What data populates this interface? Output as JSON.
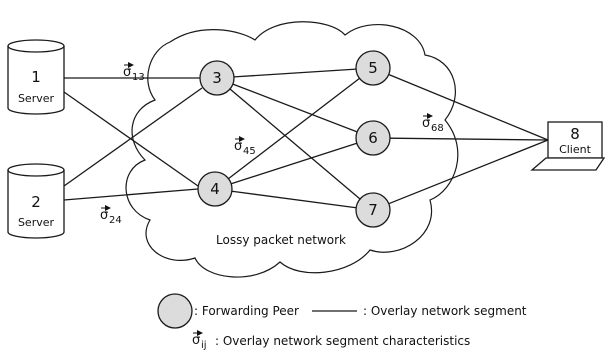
{
  "title": "",
  "cloud_label": "Lossy packet network",
  "colors": {
    "stroke": "#1a1a1a",
    "peer_fill": "#dcdcdc",
    "cloud_fill": "#ffffff",
    "background": "#ffffff"
  },
  "servers": [
    {
      "id": "1",
      "label": "Server"
    },
    {
      "id": "2",
      "label": "Server"
    }
  ],
  "client": {
    "id": "8",
    "label": "Client",
    "icon": "laptop-icon"
  },
  "peers": [
    "3",
    "4",
    "5",
    "6",
    "7"
  ],
  "edges": [
    [
      "1",
      "3"
    ],
    [
      "1",
      "4"
    ],
    [
      "2",
      "3"
    ],
    [
      "2",
      "4"
    ],
    [
      "3",
      "5"
    ],
    [
      "3",
      "6"
    ],
    [
      "3",
      "7"
    ],
    [
      "4",
      "5"
    ],
    [
      "4",
      "6"
    ],
    [
      "4",
      "7"
    ],
    [
      "5",
      "8"
    ],
    [
      "6",
      "8"
    ],
    [
      "7",
      "8"
    ]
  ],
  "edge_labels": [
    {
      "edge": "1-3",
      "symbol": "σ",
      "sub": "13"
    },
    {
      "edge": "4-5",
      "symbol": "σ",
      "sub": "45"
    },
    {
      "edge": "2-4",
      "symbol": "σ",
      "sub": "24"
    },
    {
      "edge": "6-8",
      "symbol": "σ",
      "sub": "68"
    }
  ],
  "legend": {
    "peer": ": Forwarding Peer",
    "segment": ": Overlay network segment",
    "symbol": "σ",
    "symbol_sub": "ij",
    "characteristics": ": Overlay network segment characteristics"
  }
}
